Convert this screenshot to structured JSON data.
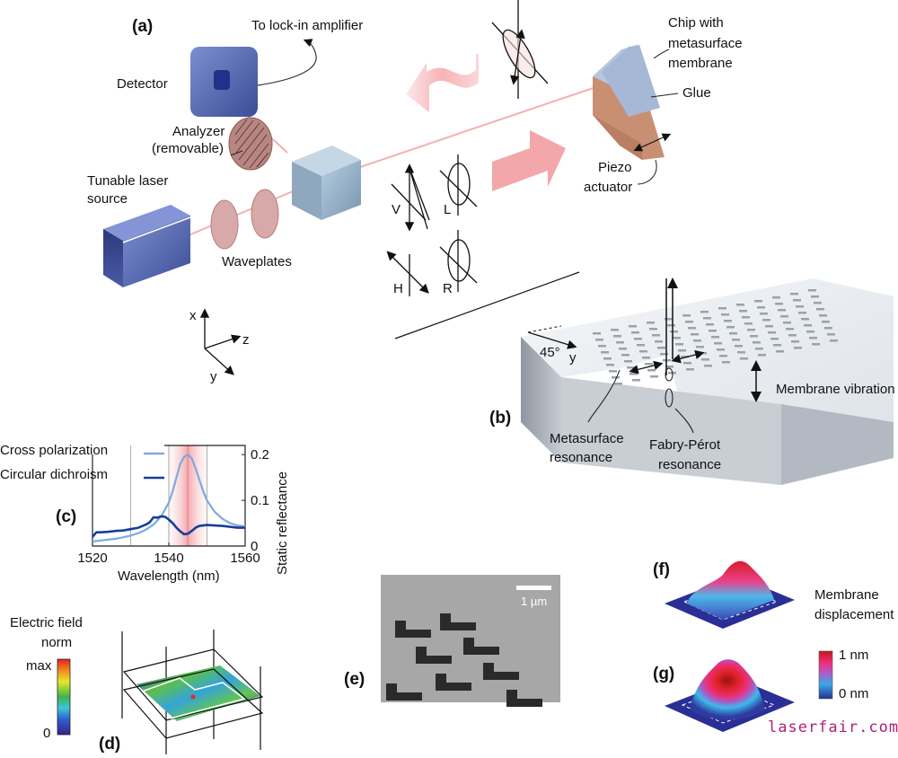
{
  "figure": {
    "panels": {
      "a": "(a)",
      "b": "(b)",
      "c": "(c)",
      "d": "(d)",
      "e": "(e)",
      "f": "(f)",
      "g": "(g)"
    },
    "setup": {
      "lock_in": "To lock-in amplifier",
      "detector": "Detector",
      "analyzer": [
        "Analyzer",
        "(removable)"
      ],
      "laser": [
        "Tunable laser",
        "source"
      ],
      "waveplates": "Waveplates",
      "chip": [
        "Chip with",
        "metasurface",
        "membrane"
      ],
      "glue": "Glue",
      "piezo": [
        "Piezo",
        "actuator"
      ],
      "polarizations": {
        "V": "V",
        "H": "H",
        "L": "L",
        "R": "R"
      },
      "axes": {
        "x": "x",
        "y": "y",
        "z": "z"
      }
    },
    "membrane": {
      "angle": "45°",
      "y_axis": "y",
      "vibration": "Membrane vibration",
      "metasurface": [
        "Metasurface",
        "resonance"
      ],
      "fabry_perot": [
        "Fabry-Pérot",
        "resonance"
      ]
    },
    "field": {
      "title": [
        "Electric field",
        "norm"
      ],
      "max": "max",
      "min": "0"
    },
    "sem": {
      "scale_bar": "1 µm"
    },
    "displacement": {
      "title": [
        "Membrane",
        "displacement"
      ],
      "max": "1 nm",
      "min": "0 nm"
    },
    "watermark": "laserfair.com"
  },
  "chart_data": {
    "type": "line",
    "title": "",
    "xlabel": "Wavelength (nm)",
    "ylabel": "Static reflectance",
    "xlim": [
      1520,
      1560
    ],
    "ylim": [
      0,
      0.22
    ],
    "xticks": [
      1520,
      1540,
      1560
    ],
    "yticks": [
      0,
      0.1,
      0.2
    ],
    "vertical_gridlines": [
      1530,
      1540,
      1550
    ],
    "highlight_band": {
      "center": 1545,
      "from": 1540,
      "to": 1550,
      "color": "#f4a9ae"
    },
    "legend_position": "top-left-outside",
    "series": [
      {
        "name": "Cross polarization",
        "color": "#7fa9df",
        "x": [
          1520,
          1522,
          1524,
          1526,
          1528,
          1530,
          1532,
          1534,
          1536,
          1538,
          1540,
          1541,
          1542,
          1543,
          1544,
          1545,
          1546,
          1547,
          1548,
          1549,
          1550,
          1552,
          1554,
          1556,
          1558,
          1560
        ],
        "y": [
          0.01,
          0.012,
          0.014,
          0.016,
          0.019,
          0.023,
          0.028,
          0.036,
          0.047,
          0.065,
          0.095,
          0.12,
          0.15,
          0.18,
          0.195,
          0.2,
          0.192,
          0.17,
          0.145,
          0.12,
          0.1,
          0.075,
          0.06,
          0.05,
          0.045,
          0.043
        ]
      },
      {
        "name": "Circular dichroism",
        "color": "#163f99",
        "x": [
          1520,
          1521,
          1522,
          1524,
          1526,
          1528,
          1530,
          1532,
          1534,
          1535,
          1536,
          1537,
          1538,
          1539,
          1540,
          1541,
          1542,
          1543,
          1544,
          1545,
          1546,
          1547,
          1548,
          1550,
          1552,
          1554,
          1556,
          1558,
          1560
        ],
        "y": [
          0.02,
          0.03,
          0.03,
          0.031,
          0.033,
          0.034,
          0.037,
          0.04,
          0.047,
          0.052,
          0.063,
          0.062,
          0.065,
          0.064,
          0.058,
          0.05,
          0.04,
          0.032,
          0.026,
          0.027,
          0.033,
          0.04,
          0.044,
          0.046,
          0.045,
          0.044,
          0.042,
          0.04,
          0.04
        ]
      }
    ]
  }
}
